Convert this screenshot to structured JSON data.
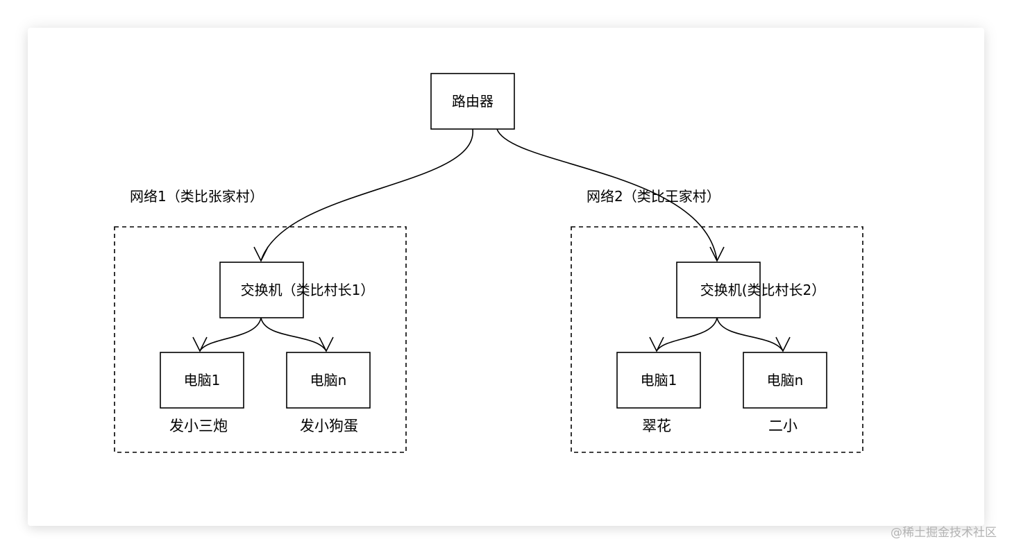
{
  "nodes": {
    "router": "路由器",
    "switch1": "交换机（类比村长1）",
    "switch2": "交换机(类比村长2）",
    "pc1_1": "电脑1",
    "pc1_n": "电脑n",
    "pc2_1": "电脑1",
    "pc2_n": "电脑n"
  },
  "groups": {
    "network1": "网络1（类比张家村）",
    "network2": "网络2（类比王家村）"
  },
  "captions": {
    "pc1_1": "发小三炮",
    "pc1_n": "发小狗蛋",
    "pc2_1": "翠花",
    "pc2_n": "二小"
  },
  "watermark": "@稀土掘金技术社区"
}
